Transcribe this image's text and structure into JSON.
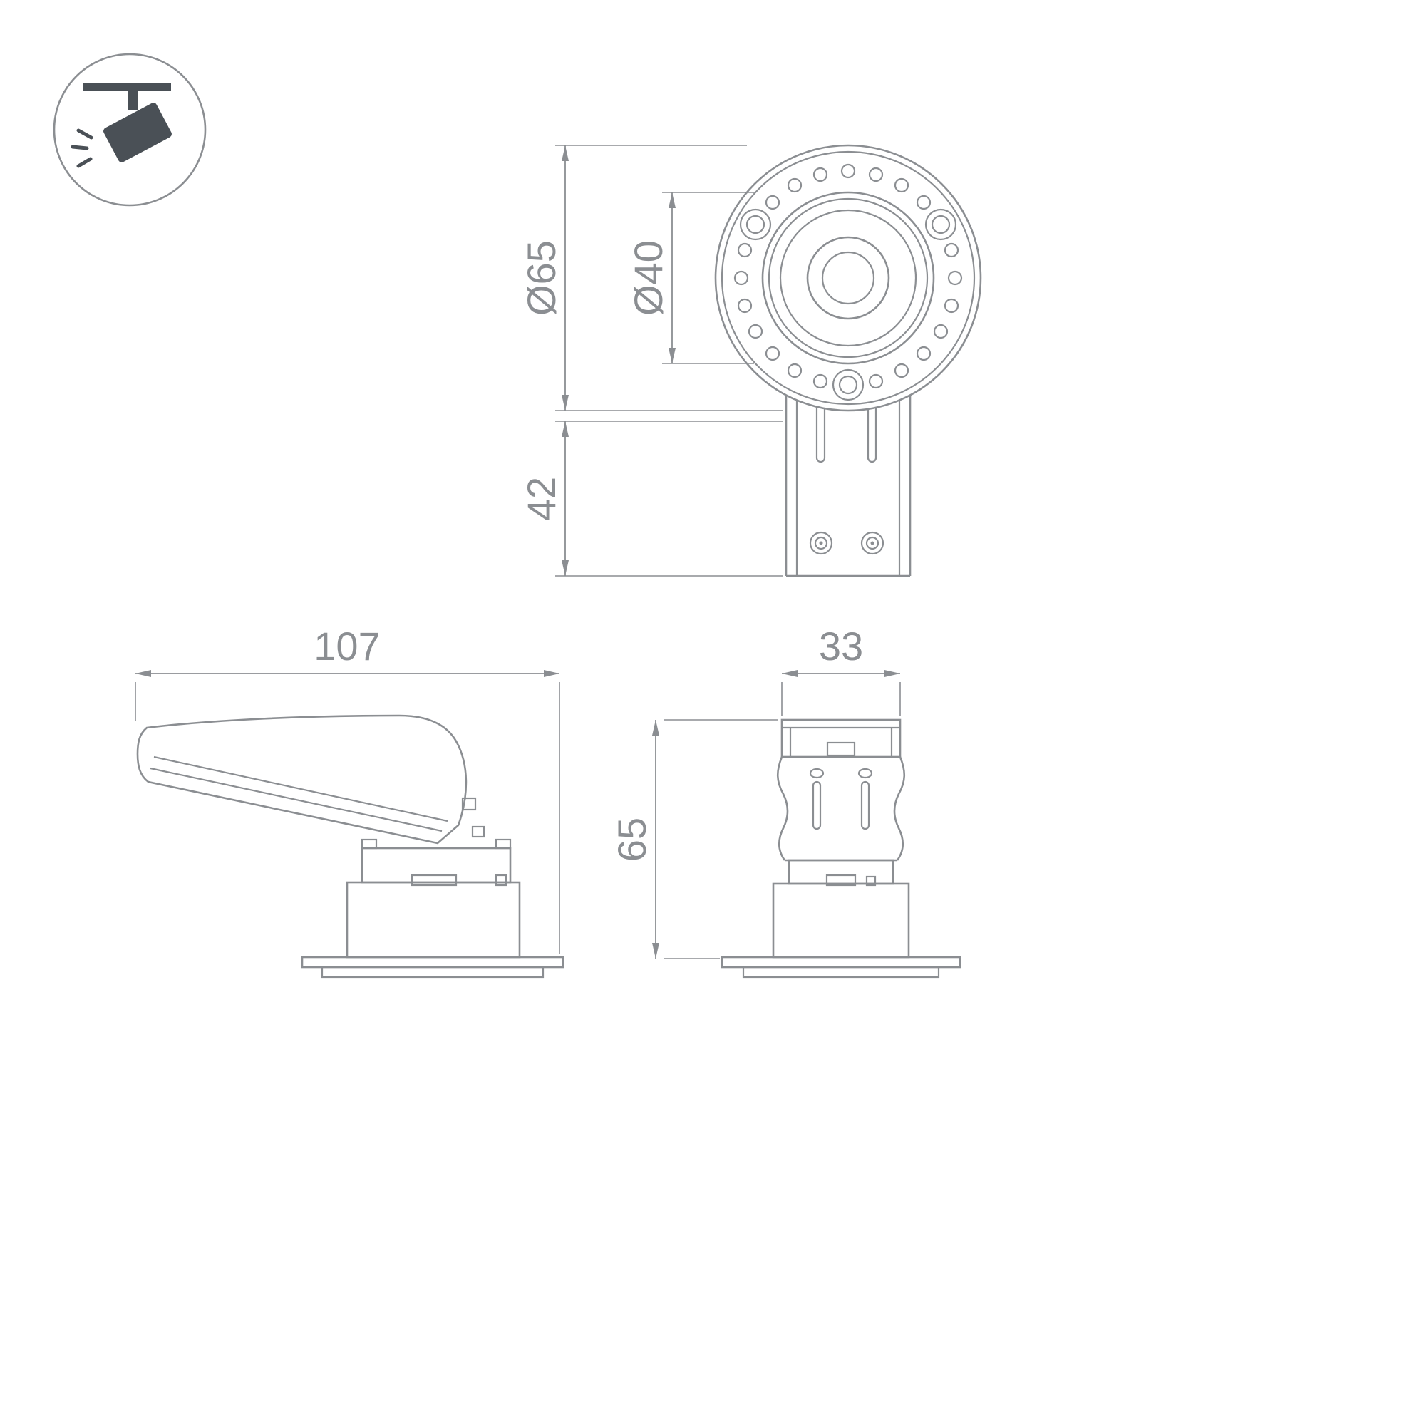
{
  "drawing": {
    "background": "#ffffff",
    "line_color": "#8b8e92",
    "icon_color": "#4a5056",
    "fixture_icon": "track-spotlight-icon",
    "views": {
      "front": {
        "outer_diameter_label": "Ø65",
        "aperture_diameter_label": "Ø40",
        "bracket_height_label": "42"
      },
      "side": {
        "length_label": "107"
      },
      "end": {
        "width_label": "33",
        "height_label": "65"
      }
    }
  }
}
